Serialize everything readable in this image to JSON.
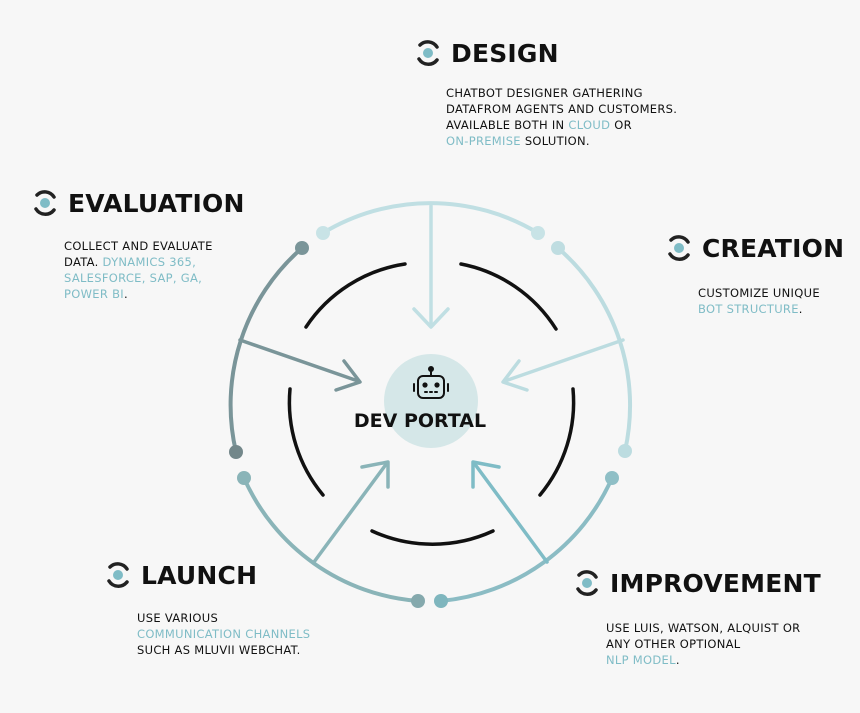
{
  "center": {
    "label": "DEV PORTAL",
    "icon": "robot-icon"
  },
  "colors": {
    "accent": "#7fbcc6",
    "light": "#c0dfe3",
    "mid": "#88a2a6",
    "dark": "#6b8a8e",
    "center_fill": "#d5e7e8",
    "text": "#111111"
  },
  "stages": {
    "design": {
      "title": "DESIGN",
      "lines": [
        {
          "parts": [
            {
              "text": "CHATBOT DESIGNER GATHERING",
              "hl": false
            }
          ]
        },
        {
          "parts": [
            {
              "text": "DATAFROM AGENTS AND CUSTOMERS.",
              "hl": false
            }
          ]
        },
        {
          "parts": [
            {
              "text": "AVAILABLE BOTH IN ",
              "hl": false
            },
            {
              "text": "CLOUD",
              "hl": true
            },
            {
              "text": " OR",
              "hl": false
            }
          ]
        },
        {
          "parts": [
            {
              "text": "ON-PREMISE",
              "hl": true
            },
            {
              "text": " SOLUTION.",
              "hl": false
            }
          ]
        }
      ]
    },
    "creation": {
      "title": "CREATION",
      "lines": [
        {
          "parts": [
            {
              "text": "CUSTOMIZE UNIQUE",
              "hl": false
            }
          ]
        },
        {
          "parts": [
            {
              "text": "BOT STRUCTURE",
              "hl": true
            },
            {
              "text": ".",
              "hl": false
            }
          ]
        }
      ]
    },
    "evaluation": {
      "title": "EVALUATION",
      "lines": [
        {
          "parts": [
            {
              "text": "COLLECT AND EVALUATE",
              "hl": false
            }
          ]
        },
        {
          "parts": [
            {
              "text": "DATA. ",
              "hl": false
            },
            {
              "text": "DYNAMICS 365,",
              "hl": true
            }
          ]
        },
        {
          "parts": [
            {
              "text": "SALESFORCE, SAP, GA,",
              "hl": true
            }
          ]
        },
        {
          "parts": [
            {
              "text": "POWER BI",
              "hl": true
            },
            {
              "text": ".",
              "hl": false
            }
          ]
        }
      ]
    },
    "launch": {
      "title": "LAUNCH",
      "lines": [
        {
          "parts": [
            {
              "text": "USE VARIOUS",
              "hl": false
            }
          ]
        },
        {
          "parts": [
            {
              "text": "COMMUNICATION CHANNELS",
              "hl": true
            }
          ]
        },
        {
          "parts": [
            {
              "text": "SUCH AS MLUVII WEBCHAT.",
              "hl": false
            }
          ]
        }
      ]
    },
    "improvement": {
      "title": "IMPROVEMENT",
      "lines": [
        {
          "parts": [
            {
              "text": "USE LUIS, WATSON, ALQUIST OR",
              "hl": false
            }
          ]
        },
        {
          "parts": [
            {
              "text": "ANY OTHER OPTIONAL",
              "hl": false
            }
          ]
        },
        {
          "parts": [
            {
              "text": "NLP MODEL",
              "hl": true
            },
            {
              "text": ".",
              "hl": false
            }
          ]
        }
      ]
    }
  }
}
